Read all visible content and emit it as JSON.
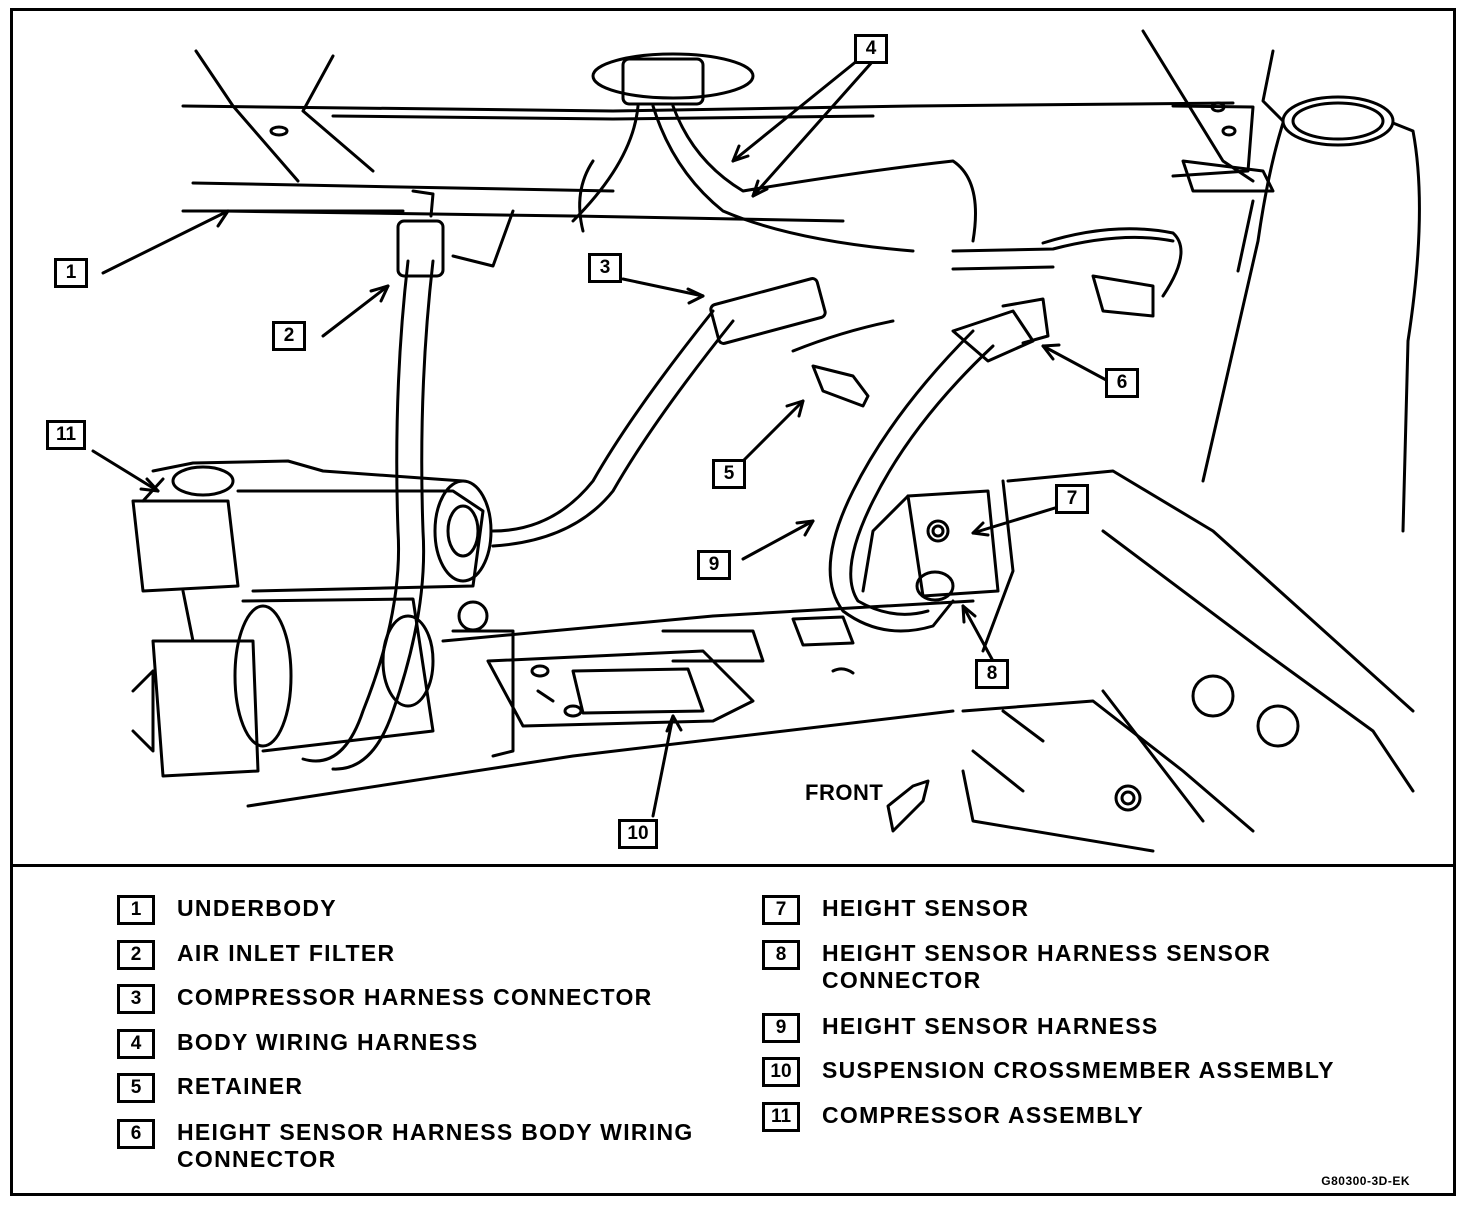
{
  "callouts": [
    "1",
    "2",
    "3",
    "4",
    "5",
    "6",
    "7",
    "8",
    "9",
    "10",
    "11"
  ],
  "front_label": "FRONT",
  "legend": [
    {
      "num": "1",
      "text": "UNDERBODY"
    },
    {
      "num": "2",
      "text": "AIR INLET FILTER"
    },
    {
      "num": "3",
      "text": "COMPRESSOR HARNESS CONNECTOR"
    },
    {
      "num": "4",
      "text": "BODY WIRING HARNESS"
    },
    {
      "num": "5",
      "text": "RETAINER"
    },
    {
      "num": "6",
      "text": "HEIGHT SENSOR HARNESS BODY WIRING\nCONNECTOR"
    },
    {
      "num": "7",
      "text": "HEIGHT SENSOR"
    },
    {
      "num": "8",
      "text": "HEIGHT SENSOR HARNESS SENSOR\nCONNECTOR"
    },
    {
      "num": "9",
      "text": "HEIGHT SENSOR HARNESS"
    },
    {
      "num": "10",
      "text": "SUSPENSION CROSSMEMBER ASSEMBLY"
    },
    {
      "num": "11",
      "text": "COMPRESSOR ASSEMBLY"
    }
  ],
  "figure_code": "G80300-3D-EK",
  "colors": {
    "ink": "#000000",
    "paper": "#ffffff"
  }
}
